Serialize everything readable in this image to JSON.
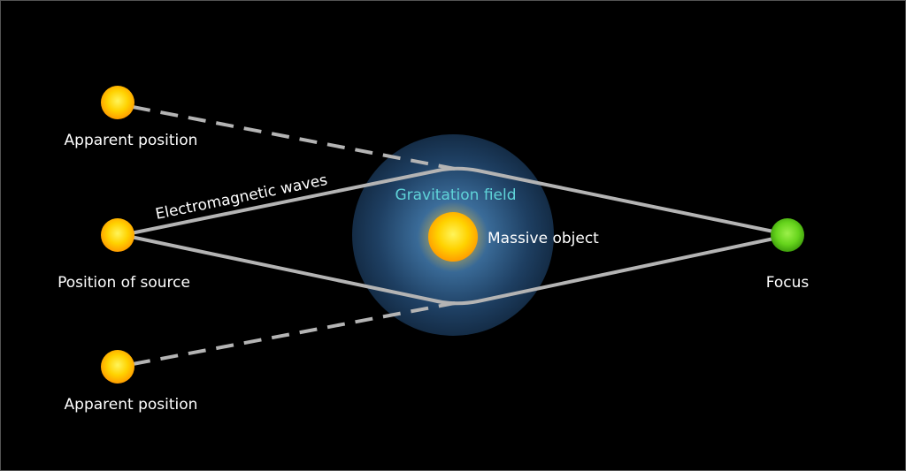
{
  "labels": {
    "apparent_top": "Apparent position",
    "apparent_bottom": "Apparent position",
    "source": "Position of source",
    "waves": "Electromagnetic waves",
    "field": "Gravitation field",
    "massive": "Massive object",
    "focus": "Focus"
  },
  "colors": {
    "background": "#000000",
    "star": "#ffb800",
    "focus": "#66d41c",
    "field": "#2a5d8c",
    "ray": "#b4b4b4",
    "field_label": "#5fd3d8"
  }
}
